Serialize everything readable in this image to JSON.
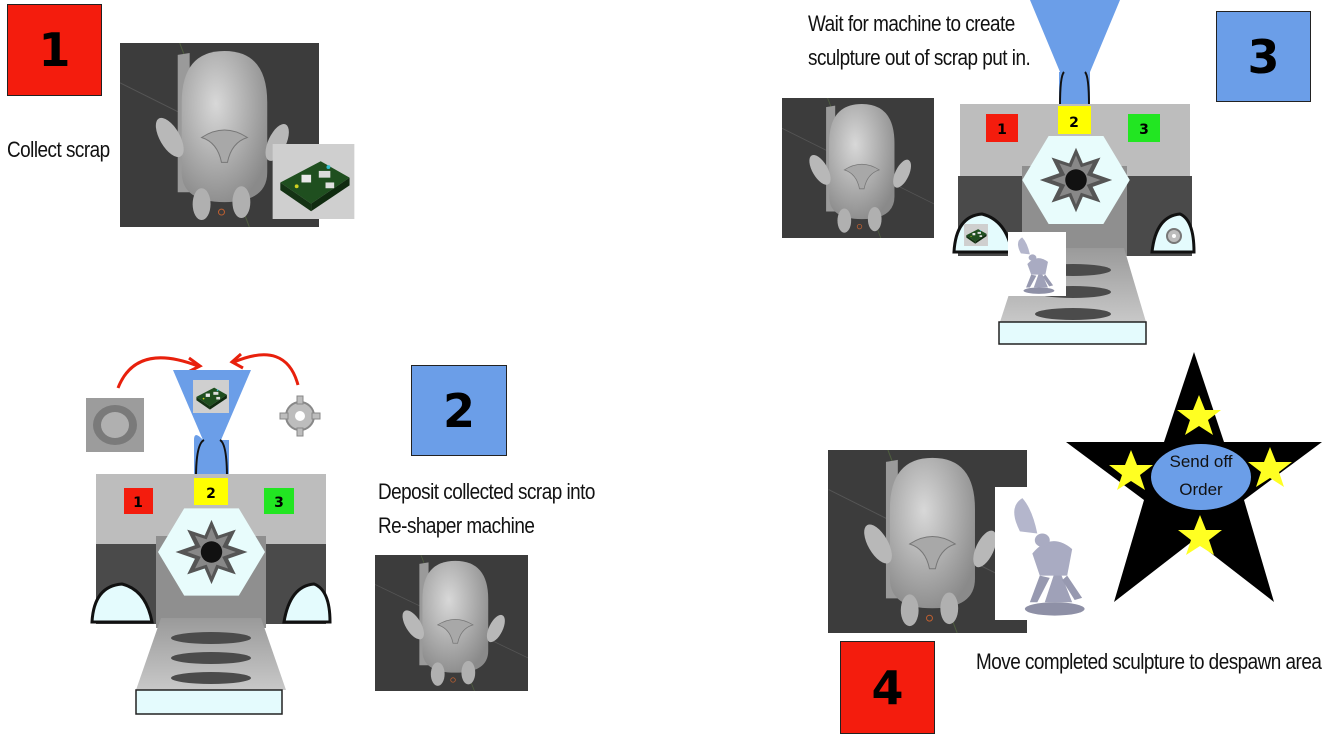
{
  "steps": [
    {
      "number": "1",
      "caption": "Collect scrap",
      "badge_color": "#f41c0d"
    },
    {
      "number": "2",
      "caption_line1": "Deposit collected scrap into",
      "caption_line2": "Re-shaper machine",
      "badge_color": "#6b9ee8"
    },
    {
      "number": "3",
      "caption_line1": "Wait for machine to create",
      "caption_line2": "sculpture out of scrap put in.",
      "badge_color": "#6b9ee8"
    },
    {
      "number": "4",
      "caption": "Move completed sculpture to despawn area",
      "badge_color": "#f41c0d"
    }
  ],
  "machine": {
    "slot1": "1",
    "slot2": "2",
    "slot3": "3"
  },
  "star": {
    "line1": "Send off",
    "line2": "Order"
  },
  "colors": {
    "slot_red": "#f41c0d",
    "slot_yellow": "#ffff00",
    "slot_green": "#22e622",
    "funnel": "#6b9ee8",
    "star_fill": "#000000",
    "star_small": "#ffff22",
    "oval": "#6b9ee8"
  }
}
